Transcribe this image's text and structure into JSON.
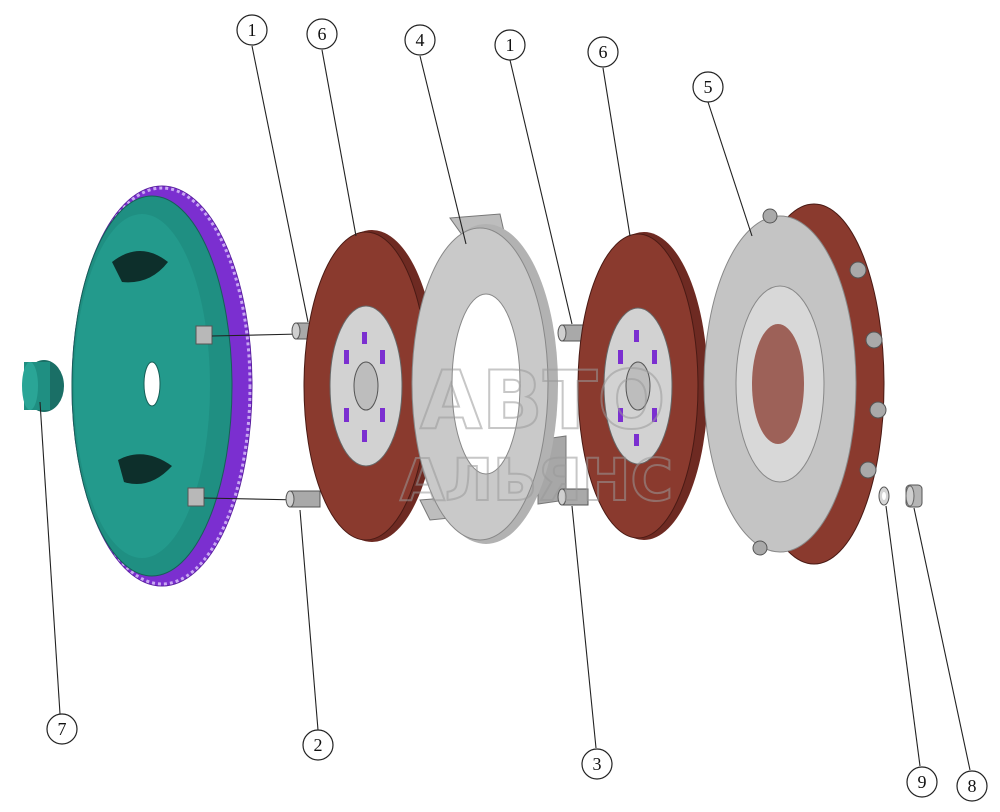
{
  "colors": {
    "ring_gear": "#7b2fd0",
    "flywheel": "#1f8f82",
    "friction_lining": "#8a3a2e",
    "steel_part": "#c9c9c9",
    "hub_plate": "#d2d2d2",
    "spring_accent": "#7b2fd0",
    "outline": "#222222"
  },
  "watermark": {
    "line1": "АВТО",
    "line2": "АЛЬЯНС"
  },
  "callouts": [
    {
      "id": "c1a",
      "label": "1"
    },
    {
      "id": "c6a",
      "label": "6"
    },
    {
      "id": "c4",
      "label": "4"
    },
    {
      "id": "c1b",
      "label": "1"
    },
    {
      "id": "c6b",
      "label": "6"
    },
    {
      "id": "c5",
      "label": "5"
    },
    {
      "id": "c7",
      "label": "7"
    },
    {
      "id": "c2",
      "label": "2"
    },
    {
      "id": "c3",
      "label": "3"
    },
    {
      "id": "c9",
      "label": "9"
    },
    {
      "id": "c8",
      "label": "8"
    }
  ]
}
